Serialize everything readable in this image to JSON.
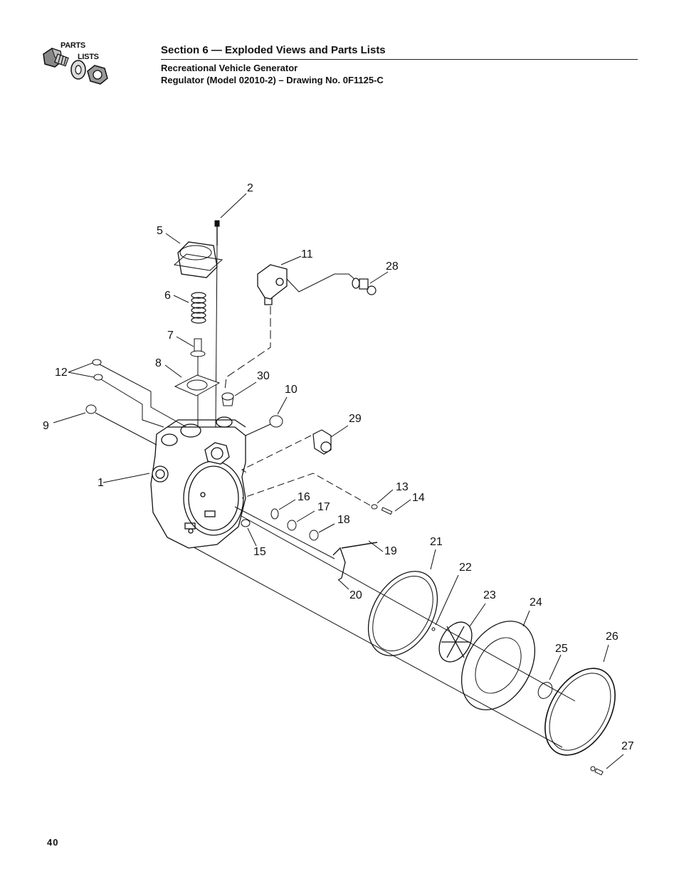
{
  "header": {
    "logo_top": "PARTS",
    "logo_bottom": "LISTS",
    "section_title": "Section 6 — Exploded Views and Parts Lists",
    "subtitle_line1": "Recreational Vehicle Generator",
    "subtitle_line2": "Regulator (Model 02010-2) – Drawing No. 0F1125-C"
  },
  "callouts": [
    "1",
    "2",
    "5",
    "6",
    "7",
    "8",
    "9",
    "10",
    "11",
    "12",
    "13",
    "14",
    "15",
    "16",
    "17",
    "18",
    "19",
    "20",
    "21",
    "22",
    "23",
    "24",
    "25",
    "26",
    "27",
    "28",
    "29",
    "30"
  ],
  "footer": {
    "page_number": "40"
  }
}
